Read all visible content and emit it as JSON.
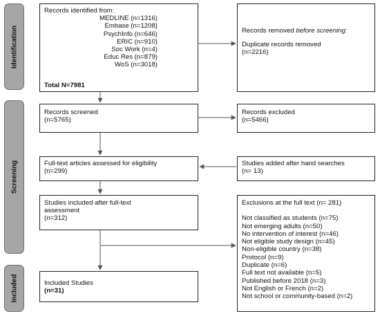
{
  "phases": {
    "identification": "Identification",
    "screening": "Screening",
    "included": "Included"
  },
  "identified": {
    "title": "Records identified from:",
    "sources": [
      "MEDLINE (n=1316)",
      "Embase (n=1208)",
      "PsychInfo (n=646)",
      "ERIC (n=910)",
      "Soc Work (n=4)",
      "Educ Res (n=879)",
      "WoS (n=3018)"
    ],
    "total": "Total N=7981"
  },
  "removed": {
    "title_a": "Records removed ",
    "title_em": "before screening",
    "title_b": ":",
    "line1": "Duplicate records removed",
    "line2": "(n=2216)"
  },
  "screened": {
    "line1": "Records screened",
    "line2": "(n=5765)"
  },
  "excluded": {
    "line1": "Records excluded",
    "line2": "(n=5466)"
  },
  "fulltext": {
    "line1": "Full-text articles assessed for eligibility",
    "line2": "(n=299)"
  },
  "hand": {
    "line1": "Studies added after hand searches",
    "line2": "(n= 13)"
  },
  "included_fulltext": {
    "line1": "Studies included after full-text",
    "line2": "assessment",
    "line3": "(n=312)"
  },
  "exclusions": {
    "title": "Exclusions at the full text (n= 281)",
    "items": [
      "Not classified as students (n=75)",
      "Not emerging adults (n=50)",
      "No intervention of interest (n=46)",
      "Not eligible study design (n=45)",
      "Non-eligible country (n=38)",
      "Protocol (n=9)",
      "Duplicate (n=6)",
      "Full text not available (n=5)",
      "Published before 2018 (n=3)",
      "Not English or French (n=2)",
      "Not school or community-based (n=2)"
    ]
  },
  "final": {
    "line1": "Included Studies",
    "line2": "(n=31)"
  }
}
